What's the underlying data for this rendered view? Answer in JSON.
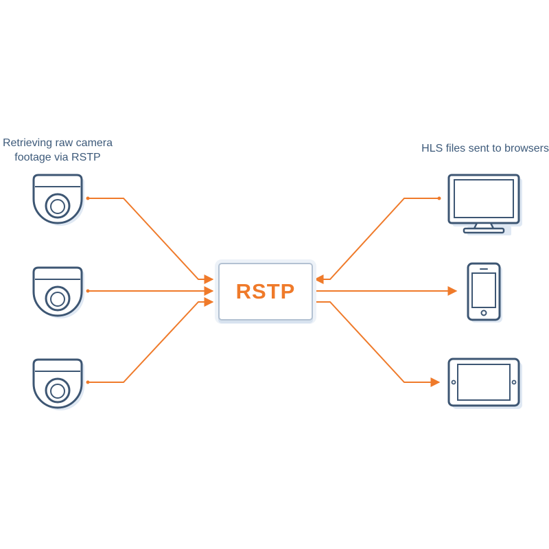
{
  "title_left": "Retrieving raw camera footage via RSTP",
  "title_left_line1": "Retrieving raw camera",
  "title_left_line2": "footage via RSTP",
  "title_right": "HLS files sent to browsers",
  "hub_label": "RSTP",
  "colors": {
    "accent": "#ef7a2a",
    "outline": "#3d5673",
    "shadow": "#dfe8f3",
    "text": "#3d5a7a"
  },
  "sources": [
    {
      "name": "camera-1",
      "icon": "dome-camera-icon"
    },
    {
      "name": "camera-2",
      "icon": "dome-camera-icon"
    },
    {
      "name": "camera-3",
      "icon": "dome-camera-icon"
    }
  ],
  "destinations": [
    {
      "name": "monitor",
      "icon": "desktop-monitor-icon"
    },
    {
      "name": "phone",
      "icon": "smartphone-icon"
    },
    {
      "name": "tablet",
      "icon": "tablet-icon"
    }
  ]
}
